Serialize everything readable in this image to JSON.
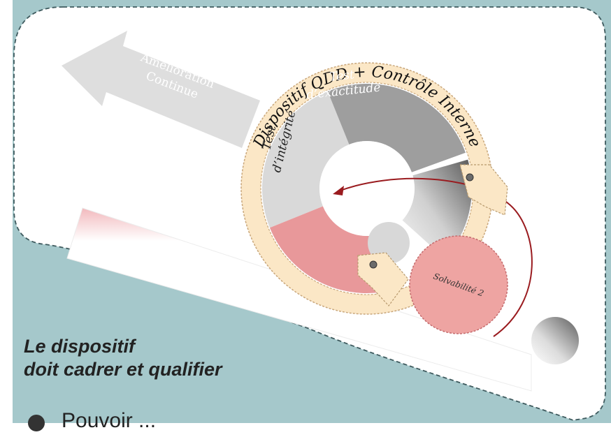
{
  "diagram": {
    "arrow_label": [
      "Amélioration",
      "Continue"
    ],
    "ring_title": "Dispositif QDD + Contrôle Interne",
    "segments": {
      "exactitude": [
        "Test",
        "d’exactitude"
      ],
      "integrite": [
        "Test",
        "d’intégrité"
      ]
    },
    "ball_label": "Solvabilité 2"
  },
  "heading": {
    "line1": "Le dispositif",
    "line2": "doit cadrer et qualifier"
  },
  "bullet": {
    "text": "Pouvoir ..."
  },
  "colors": {
    "teal_panel": "#a5c8cb",
    "ring": "#fbe7c6",
    "ring_border": "#c9a77b",
    "arrow": "#dedede",
    "pink": "#e8989a",
    "dark_red": "#9a1b1f",
    "grey_segment": "#9e9e9e",
    "light_segment": "#d9d9d9"
  }
}
